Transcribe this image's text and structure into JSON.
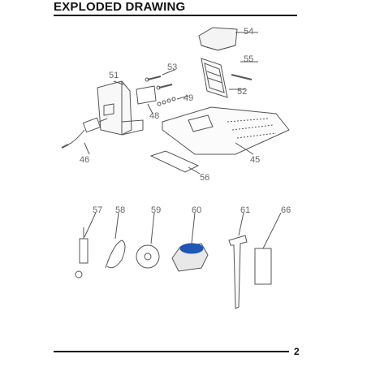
{
  "header": {
    "title": "EXPLODED DRAWING"
  },
  "footer": {
    "page_number": "2"
  },
  "callouts": {
    "c45": "45",
    "c46": "46",
    "c48": "48",
    "c49": "49",
    "c51": "51",
    "c52": "52",
    "c53": "53",
    "c54": "54",
    "c55": "55",
    "c56": "56",
    "c57": "57",
    "c58": "58",
    "c59": "59",
    "c60": "60",
    "c61": "61",
    "c66": "66"
  },
  "colors": {
    "connector_blue": "#1f57b5",
    "line": "#555555"
  }
}
